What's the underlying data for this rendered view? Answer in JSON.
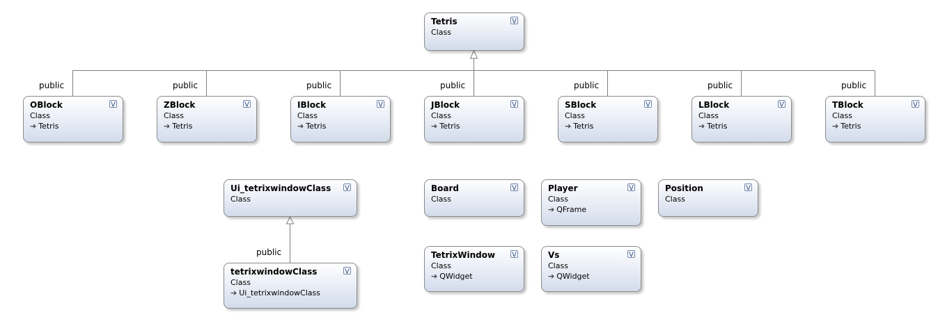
{
  "boxes": [
    {
      "id": "tetris",
      "name": "Tetris",
      "kind": "Class",
      "base": ""
    },
    {
      "id": "oblock",
      "name": "OBlock",
      "kind": "Class",
      "base": "Tetris"
    },
    {
      "id": "zblock",
      "name": "ZBlock",
      "kind": "Class",
      "base": "Tetris"
    },
    {
      "id": "iblock",
      "name": "IBlock",
      "kind": "Class",
      "base": "Tetris"
    },
    {
      "id": "jblock",
      "name": "JBlock",
      "kind": "Class",
      "base": "Tetris"
    },
    {
      "id": "sblock",
      "name": "SBlock",
      "kind": "Class",
      "base": "Tetris"
    },
    {
      "id": "lblock",
      "name": "LBlock",
      "kind": "Class",
      "base": "Tetris"
    },
    {
      "id": "tblock",
      "name": "TBlock",
      "kind": "Class",
      "base": "Tetris"
    },
    {
      "id": "ui_tetrixwindowclass",
      "name": "Ui_tetrixwindowClass",
      "kind": "Class",
      "base": ""
    },
    {
      "id": "board",
      "name": "Board",
      "kind": "Class",
      "base": ""
    },
    {
      "id": "player",
      "name": "Player",
      "kind": "Class",
      "base": "QFrame"
    },
    {
      "id": "position",
      "name": "Position",
      "kind": "Class",
      "base": ""
    },
    {
      "id": "tetrixwindowclass",
      "name": "tetrixwindowClass",
      "kind": "Class",
      "base": "Ui_tetrixwindowClass"
    },
    {
      "id": "tetrixwindow",
      "name": "TetrixWindow",
      "kind": "Class",
      "base": "QWidget"
    },
    {
      "id": "vs",
      "name": "Vs",
      "kind": "Class",
      "base": "QWidget"
    }
  ],
  "inheritance_label": "public",
  "icons": {
    "toggle": "double-chevron-down-icon",
    "base_arrow": "inheritance-arrow-icon"
  },
  "colors": {
    "line": "#7f7f7f",
    "box_border": "#8a8a8a",
    "box_gradient_end": "#d3dcec"
  }
}
